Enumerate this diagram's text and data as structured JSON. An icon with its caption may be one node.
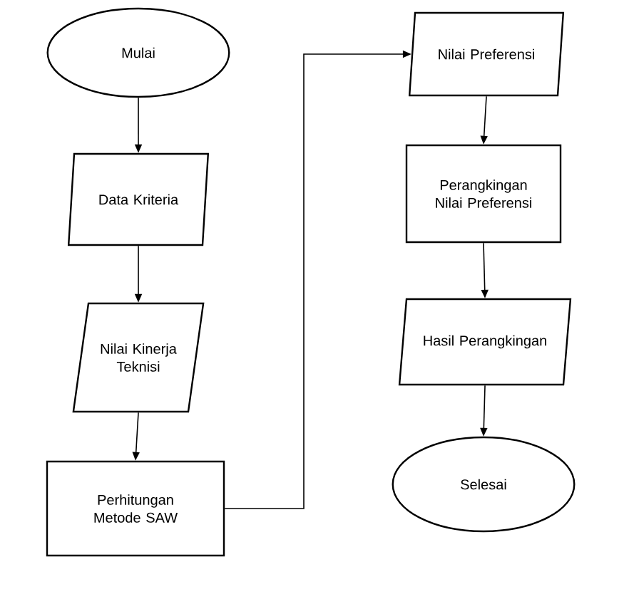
{
  "diagram": {
    "nodes": [
      {
        "text": [
          "Mulai"
        ]
      },
      {
        "text": [
          "Data Kriteria"
        ]
      },
      {
        "text": [
          "Nilai Kinerja Teknisi"
        ]
      },
      {
        "text": [
          "Perhitungan Metode SAW"
        ]
      },
      {
        "text": [
          "Nilai Preferensi"
        ]
      },
      {
        "text": [
          "Perangkingan Nilai Preferensi"
        ]
      },
      {
        "text": [
          "Hasil Perangkingan"
        ]
      },
      {
        "text": [
          "Selesai"
        ]
      }
    ],
    "edges": [
      {
        "from": 0,
        "to": 1,
        "arrow": "to"
      },
      {
        "from": 1,
        "to": 2,
        "arrow": "to"
      },
      {
        "from": 2,
        "to": 3,
        "arrow": "to"
      },
      {
        "from": 3,
        "to": 4,
        "arrow": "to"
      },
      {
        "from": 4,
        "to": 5,
        "arrow": "to"
      },
      {
        "from": 5,
        "to": 6,
        "arrow": "to"
      },
      {
        "from": 6,
        "to": 7,
        "arrow": "to"
      }
    ]
  }
}
